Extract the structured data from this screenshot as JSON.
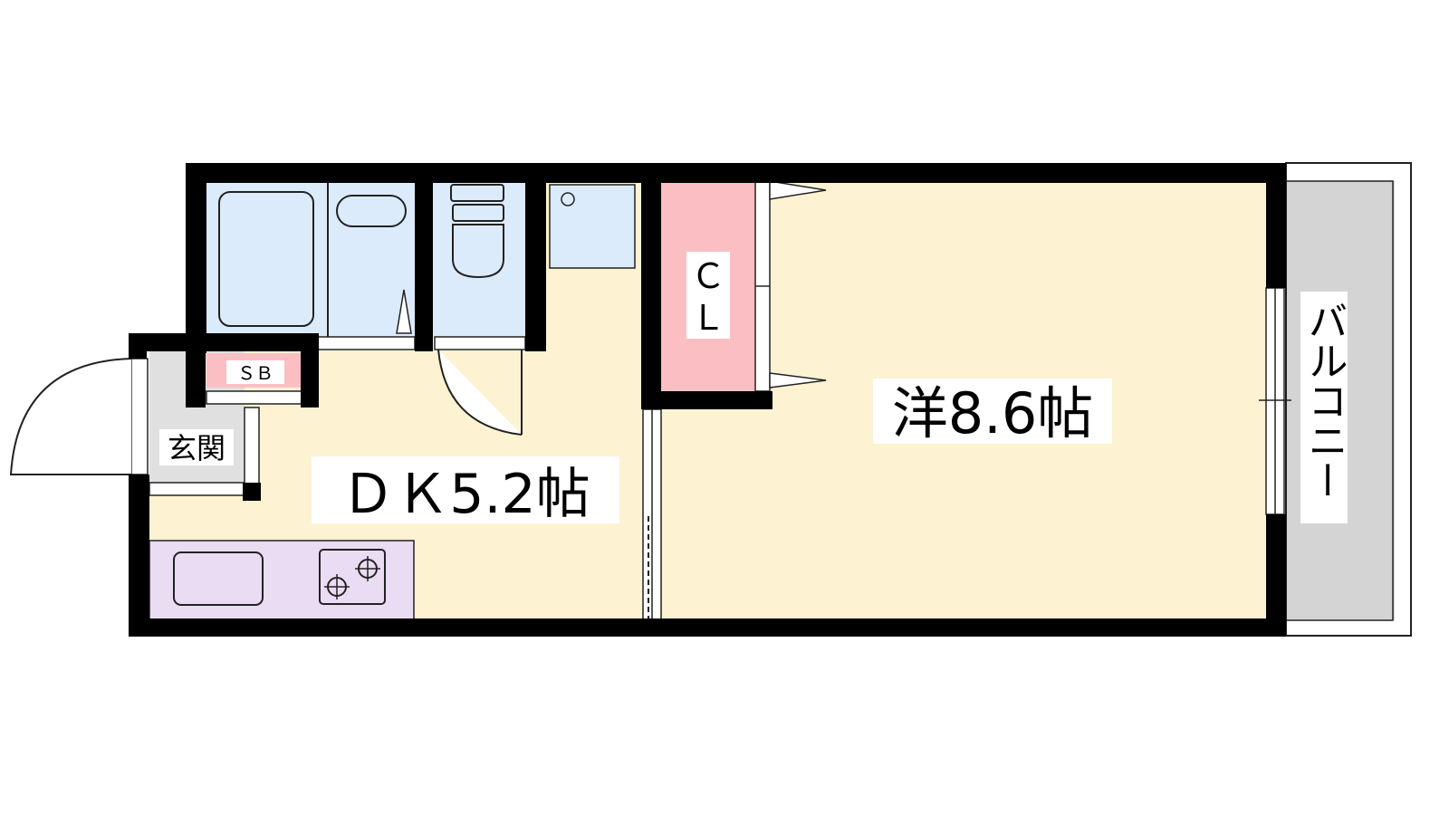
{
  "labels": {
    "western_room": "洋8.6帖",
    "dining_kitchen": "ＤＫ5.2帖",
    "closet_c": "Ｃ",
    "closet_l": "Ｌ",
    "shoe_box": "ＳＢ",
    "entrance": "玄関",
    "balcony": "バルコニー"
  },
  "colors": {
    "room": "#fdf3d3",
    "water": "#dcebfb",
    "closet": "#fbbfc3",
    "kitchen": "#eadcf3",
    "balcony": "#d4d4d4",
    "entrance": "#e0e0e0",
    "wall": "#000000"
  }
}
